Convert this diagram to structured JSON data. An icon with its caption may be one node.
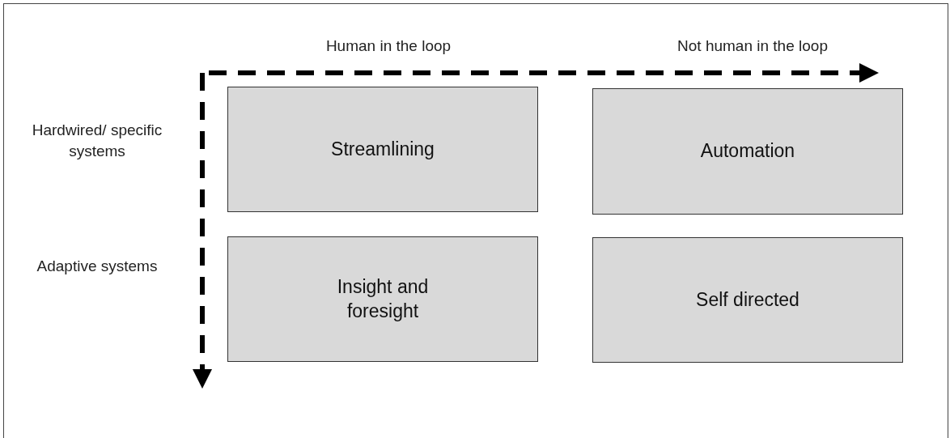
{
  "diagram": {
    "nodes": [
      {
        "text": [
          "Streamlining"
        ]
      },
      {
        "text": [
          "Automation"
        ]
      },
      {
        "text": [
          "Insight and foresight"
        ]
      },
      {
        "text": [
          "Self directed"
        ]
      }
    ],
    "labels": [
      "Human in the loop",
      "Not human in the loop",
      "Hardwired/ specific systems",
      "Adaptive systems"
    ]
  }
}
